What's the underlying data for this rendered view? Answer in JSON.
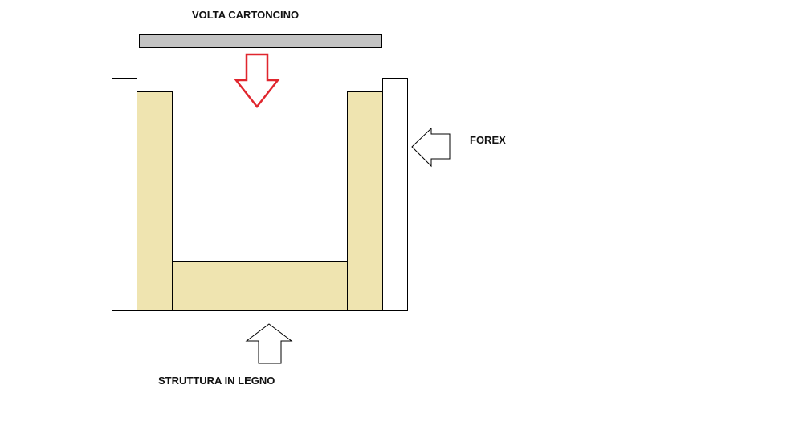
{
  "labels": {
    "top": "VOLTA CARTONCINO",
    "right": "FOREX",
    "bottom": "STRUTTURA IN LEGNO"
  },
  "colors": {
    "background": "#ffffff",
    "cardboard_vault": "#c3c3c3",
    "wood": "#efe4b0",
    "forex": "#ffffff",
    "outline": "#000000",
    "down_arrow": "#e0262e",
    "pointer_arrows": "#000000"
  },
  "components": [
    {
      "name": "cardboard-vault",
      "label": "VOLTA CARTONCINO",
      "fill": "#c3c3c3"
    },
    {
      "name": "forex-panels",
      "label": "FOREX",
      "fill": "#ffffff"
    },
    {
      "name": "wood-structure",
      "label": "STRUTTURA IN LEGNO",
      "fill": "#efe4b0"
    }
  ]
}
